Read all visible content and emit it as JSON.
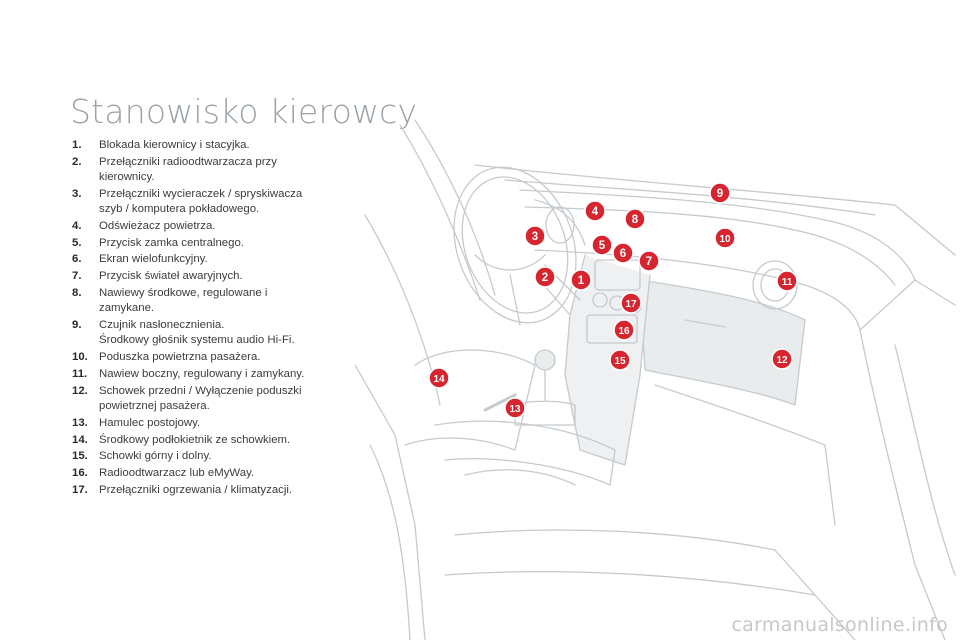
{
  "page": {
    "title": "Stanowisko kierowcy"
  },
  "legend": [
    {
      "num": "1.",
      "lines": [
        "Blokada kierownicy i stacyjka."
      ]
    },
    {
      "num": "2.",
      "lines": [
        "Przełączniki radioodtwarzacza przy",
        "kierownicy."
      ]
    },
    {
      "num": "3.",
      "lines": [
        "Przełączniki wycieraczek / spryskiwacza",
        "szyb / komputera pokładowego."
      ]
    },
    {
      "num": "4.",
      "lines": [
        "Odświeżacz powietrza."
      ]
    },
    {
      "num": "5.",
      "lines": [
        "Przycisk zamka centralnego."
      ]
    },
    {
      "num": "6.",
      "lines": [
        "Ekran wielofunkcyjny."
      ]
    },
    {
      "num": "7.",
      "lines": [
        "Przycisk świateł awaryjnych."
      ]
    },
    {
      "num": "8.",
      "lines": [
        "Nawiewy środkowe, regulowane i",
        "zamykane."
      ]
    },
    {
      "num": "9.",
      "lines": [
        "Czujnik nasłonecznienia.",
        "Środkowy głośnik systemu audio Hi-Fi."
      ]
    },
    {
      "num": "10.",
      "lines": [
        "Poduszka powietrzna pasażera."
      ]
    },
    {
      "num": "11.",
      "lines": [
        "Nawiew boczny, regulowany i zamykany."
      ]
    },
    {
      "num": "12.",
      "lines": [
        "Schowek przedni / Wyłączenie poduszki",
        "powietrznej pasażera."
      ]
    },
    {
      "num": "13.",
      "lines": [
        "Hamulec postojowy."
      ]
    },
    {
      "num": "14.",
      "lines": [
        "Środkowy podłokietnik ze schowkiem."
      ]
    },
    {
      "num": "15.",
      "lines": [
        "Schowki górny i dolny."
      ]
    },
    {
      "num": "16.",
      "lines": [
        "Radioodtwarzacz lub eMyWay."
      ]
    },
    {
      "num": "17.",
      "lines": [
        "Przełączniki ogrzewania / klimatyzacji."
      ]
    }
  ],
  "callouts": {
    "labels": [
      "1",
      "2",
      "3",
      "4",
      "5",
      "6",
      "7",
      "8",
      "9",
      "10",
      "11",
      "12",
      "13",
      "14",
      "15",
      "16",
      "17"
    ],
    "color": "#d6252e"
  },
  "watermark": "carmanualsonline.info",
  "colors": {
    "title": "#9aa2a8",
    "text": "#3c3c3c",
    "line_art": "#c5cace",
    "callout": "#d6252e"
  }
}
